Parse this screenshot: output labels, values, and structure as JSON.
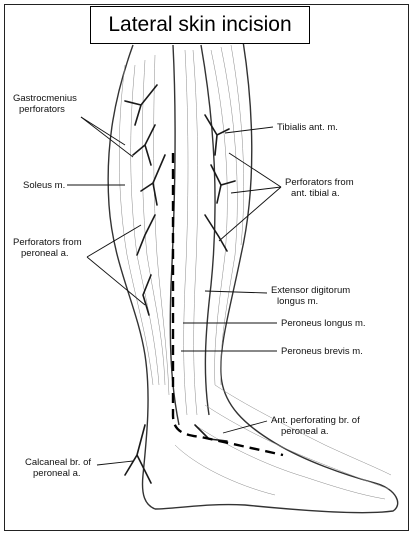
{
  "title": "Lateral skin incision",
  "labels": {
    "gastrocnemius": [
      "Gastrocmenius",
      "perforators"
    ],
    "soleus": [
      "Soleus m."
    ],
    "perforators_peroneal": [
      "Perforators from",
      "peroneal a."
    ],
    "calcaneal": [
      "Calcaneal br. of",
      "peroneal a."
    ],
    "tibialis": [
      "Tibialis ant. m."
    ],
    "perforators_tibial": [
      "Perforators from",
      "ant. tibial a."
    ],
    "extensor": [
      "Extensor digitorum",
      "longus m."
    ],
    "peroneus_longus": [
      "Peroneus longus m."
    ],
    "peroneus_brevis": [
      "Peroneus brevis m."
    ],
    "ant_perforating": [
      "Ant. perforating br. of",
      "peroneal a."
    ]
  },
  "colors": {
    "ink": "#111111",
    "fiber": "#8a8a8a",
    "frame": "#222222"
  }
}
